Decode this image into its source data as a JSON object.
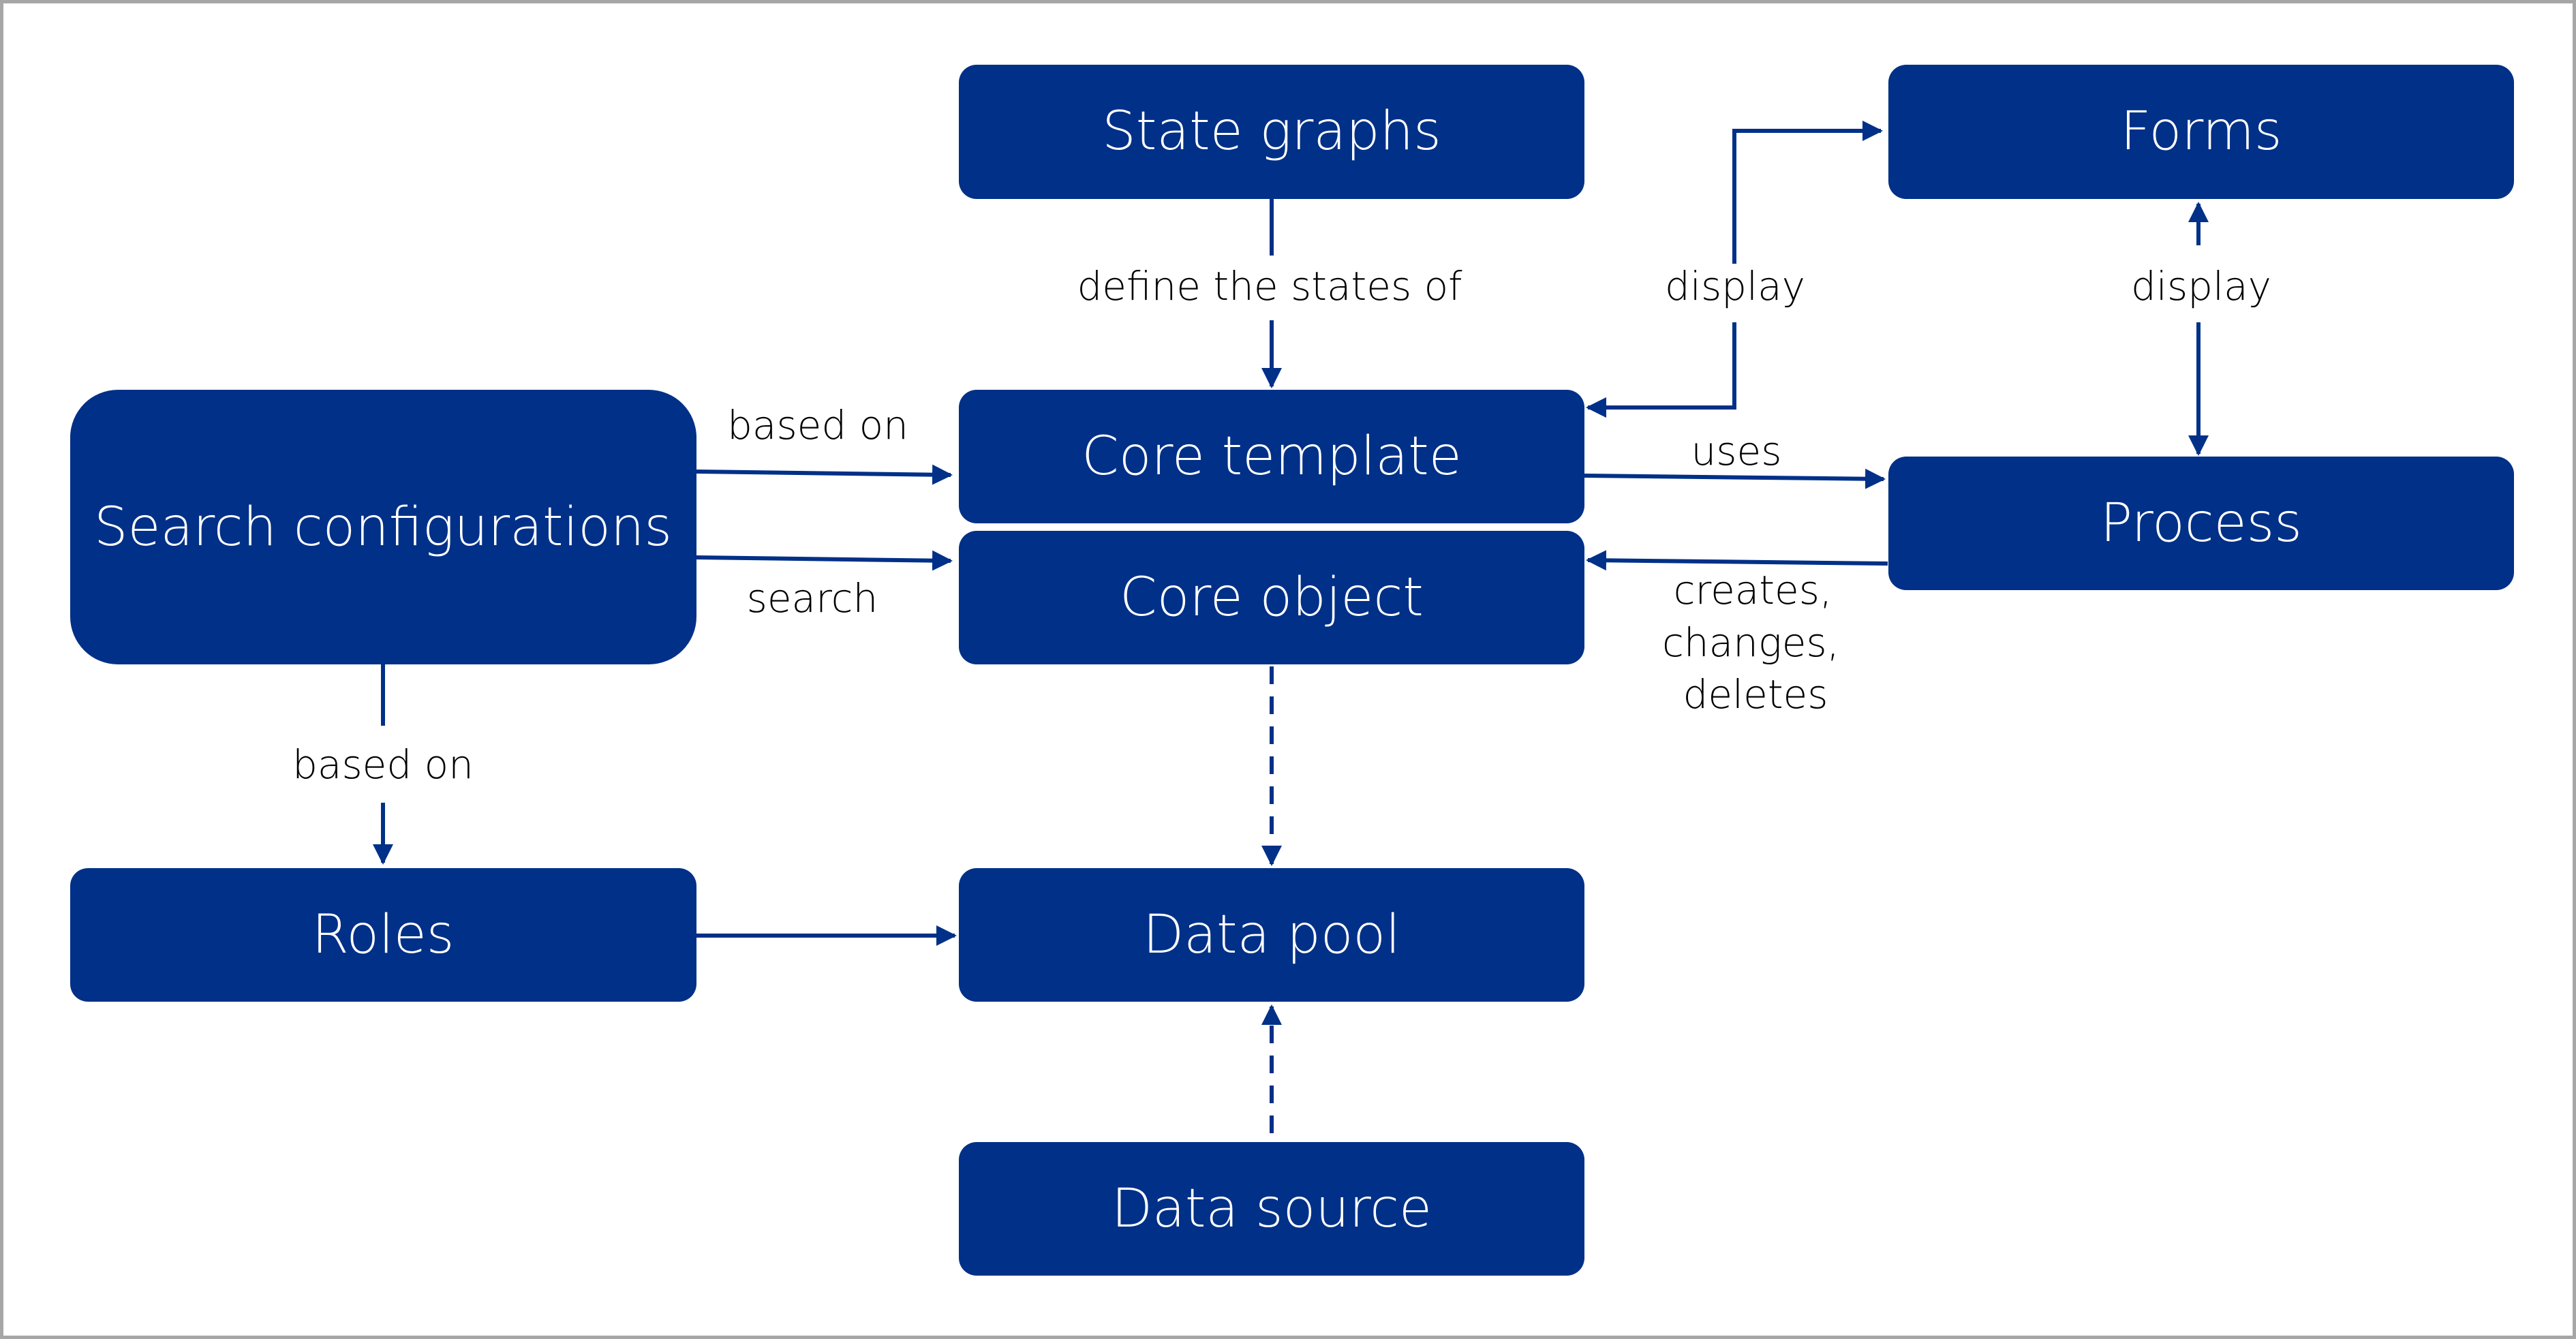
{
  "nodes": {
    "state_graphs": "State graphs",
    "forms": "Forms",
    "search_configurations": "Search configurations",
    "core_template": "Core template",
    "core_object": "Core object",
    "process": "Process",
    "roles": "Roles",
    "data_pool": "Data pool",
    "data_source": "Data source"
  },
  "edges": {
    "define_states": "define the states of",
    "display_forms": "display",
    "display_process": "display",
    "based_on_template": "based on",
    "search": "search",
    "uses": "uses",
    "creates_line1": "creates,",
    "creates_line2": "changes,",
    "creates_line3": "deletes",
    "based_on_roles": "based on"
  },
  "colors": {
    "box": "#003087",
    "edge": "#003087",
    "frame": "#a6a6a6"
  }
}
